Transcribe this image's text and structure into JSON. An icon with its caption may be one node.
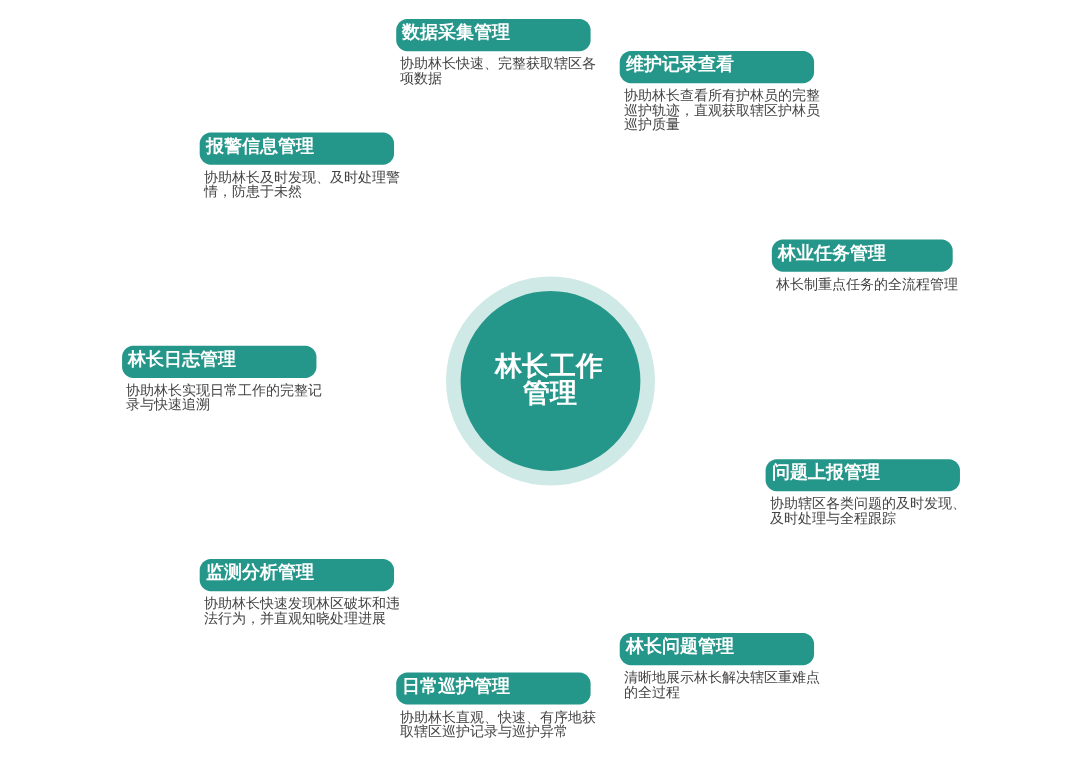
{
  "diagram": {
    "nodes": [
      {
        "text": [
          "林业任务管理",
          "林长制重点任务的全流程管理"
        ]
      },
      {
        "text": [
          "维护记录查看",
          "协助林长查看所有护林员的完整巡护轨迹，直观获取辖区护林员巡护质量"
        ]
      },
      {
        "text": [
          "数据采集管理",
          "协助林长快速、完整获取辖区各项数据"
        ]
      },
      {
        "text": [
          "报警信息管理",
          "协助林长及时发现、及时处理警情，防患于未然"
        ]
      },
      {
        "text": [
          "林长日志管理",
          "协助林长实现日常工作的完整记录与快速追溯"
        ]
      },
      {
        "text": [
          "林长工作管理"
        ]
      },
      {
        "text": [
          "监测分析管理",
          "协助林长快速发现林区破坏和违法行为，并直观知晓处理进展"
        ]
      },
      {
        "text": [
          "日常巡护管理",
          "协助林长直观、快速、有序地获取辖区巡护记录与巡护异常"
        ]
      },
      {
        "text": [
          "林长问题管理",
          "清晰地展示林长解决辖区重难点的全过程"
        ]
      },
      {
        "text": [
          "问题上报管理",
          "协助辖区各类问题的及时发现、及时处理与全程跟踪"
        ]
      }
    ],
    "edges": []
  }
}
